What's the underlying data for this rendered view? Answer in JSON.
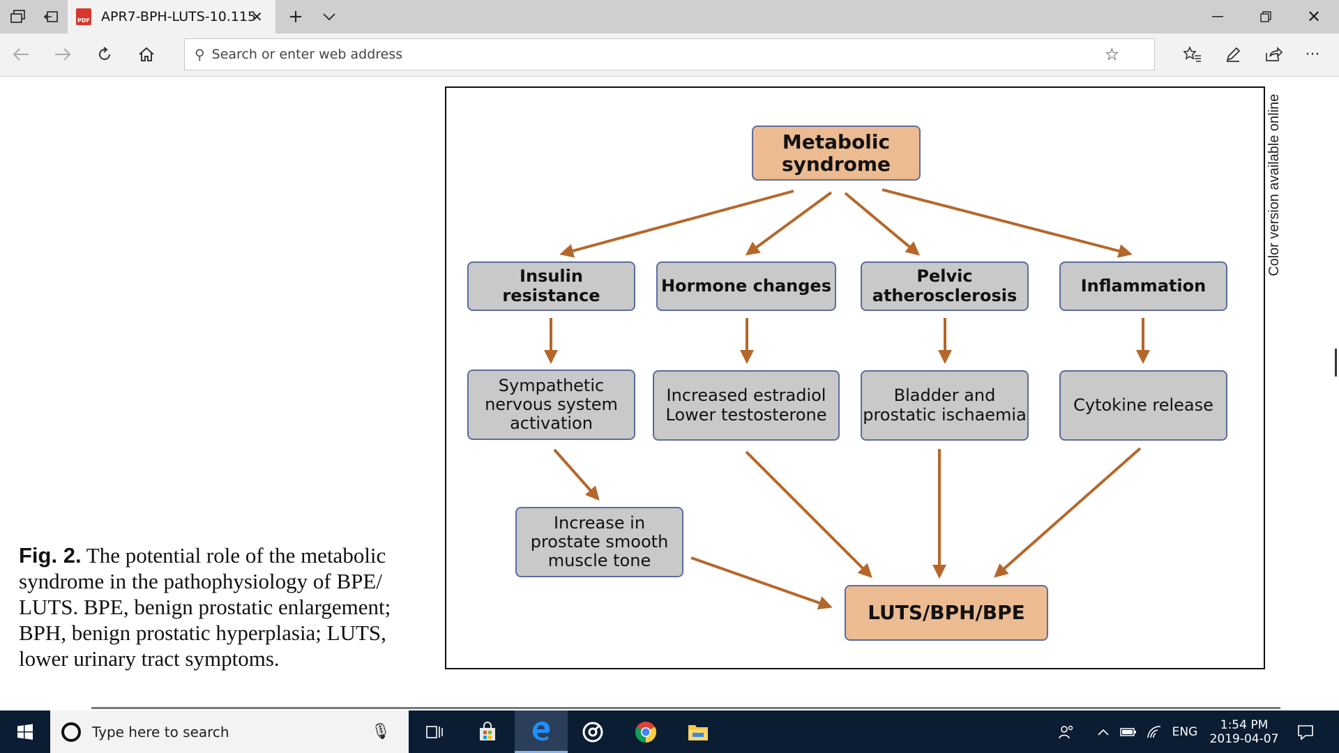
{
  "browser": {
    "tab_title": "APR7-BPH-LUTS-10.115",
    "tab_icon_label": "PDF",
    "address_placeholder": "Search or enter web address",
    "icons": [
      "tab-preview-icon",
      "set-aside-tabs-icon",
      "pdf-icon",
      "close-icon",
      "new-tab-icon",
      "tab-list-chevron-icon",
      "minimize-icon",
      "restore-icon",
      "window-close-icon",
      "back-icon",
      "forward-icon",
      "refresh-icon",
      "home-icon",
      "search-icon",
      "favorite-star-icon",
      "favorites-list-icon",
      "pen-icon",
      "share-icon",
      "more-icon"
    ]
  },
  "document": {
    "side_note": "Color version available online",
    "caption_label": "Fig. 2.",
    "caption_text": " The potential role of the metabolic syndrome in the pathophysiology of BPE/ LUTS. BPE, benign prostatic enlargement; BPH, benign prostatic hyperplasia; LUTS, lower urinary tract symptoms.",
    "diagram": {
      "root": "Metabolic syndrome",
      "level1": [
        "Insulin resistance",
        "Hormone changes",
        "Pelvic atherosclerosis",
        "Inflammation"
      ],
      "level2": [
        "Sympathetic nervous system activation",
        "Increased estradiol Lower testosterone",
        "Bladder and prostatic ischaemia",
        "Cytokine release"
      ],
      "level3": "Increase in prostate smooth muscle tone",
      "outcome": "LUTS/BPH/BPE",
      "colors": {
        "node_fill": "#c9c9c9",
        "key_node_fill": "#ecbb91",
        "node_border": "#5c6b9c",
        "arrow": "#b5672b"
      }
    }
  },
  "taskbar": {
    "search_placeholder": "Type here to search",
    "language": "ENG",
    "time": "1:54 PM",
    "date": "2019-04-07",
    "apps": [
      "windows-start-icon",
      "task-view-icon",
      "store-icon",
      "edge-icon",
      "groove-music-icon",
      "chrome-icon",
      "file-explorer-icon"
    ]
  }
}
